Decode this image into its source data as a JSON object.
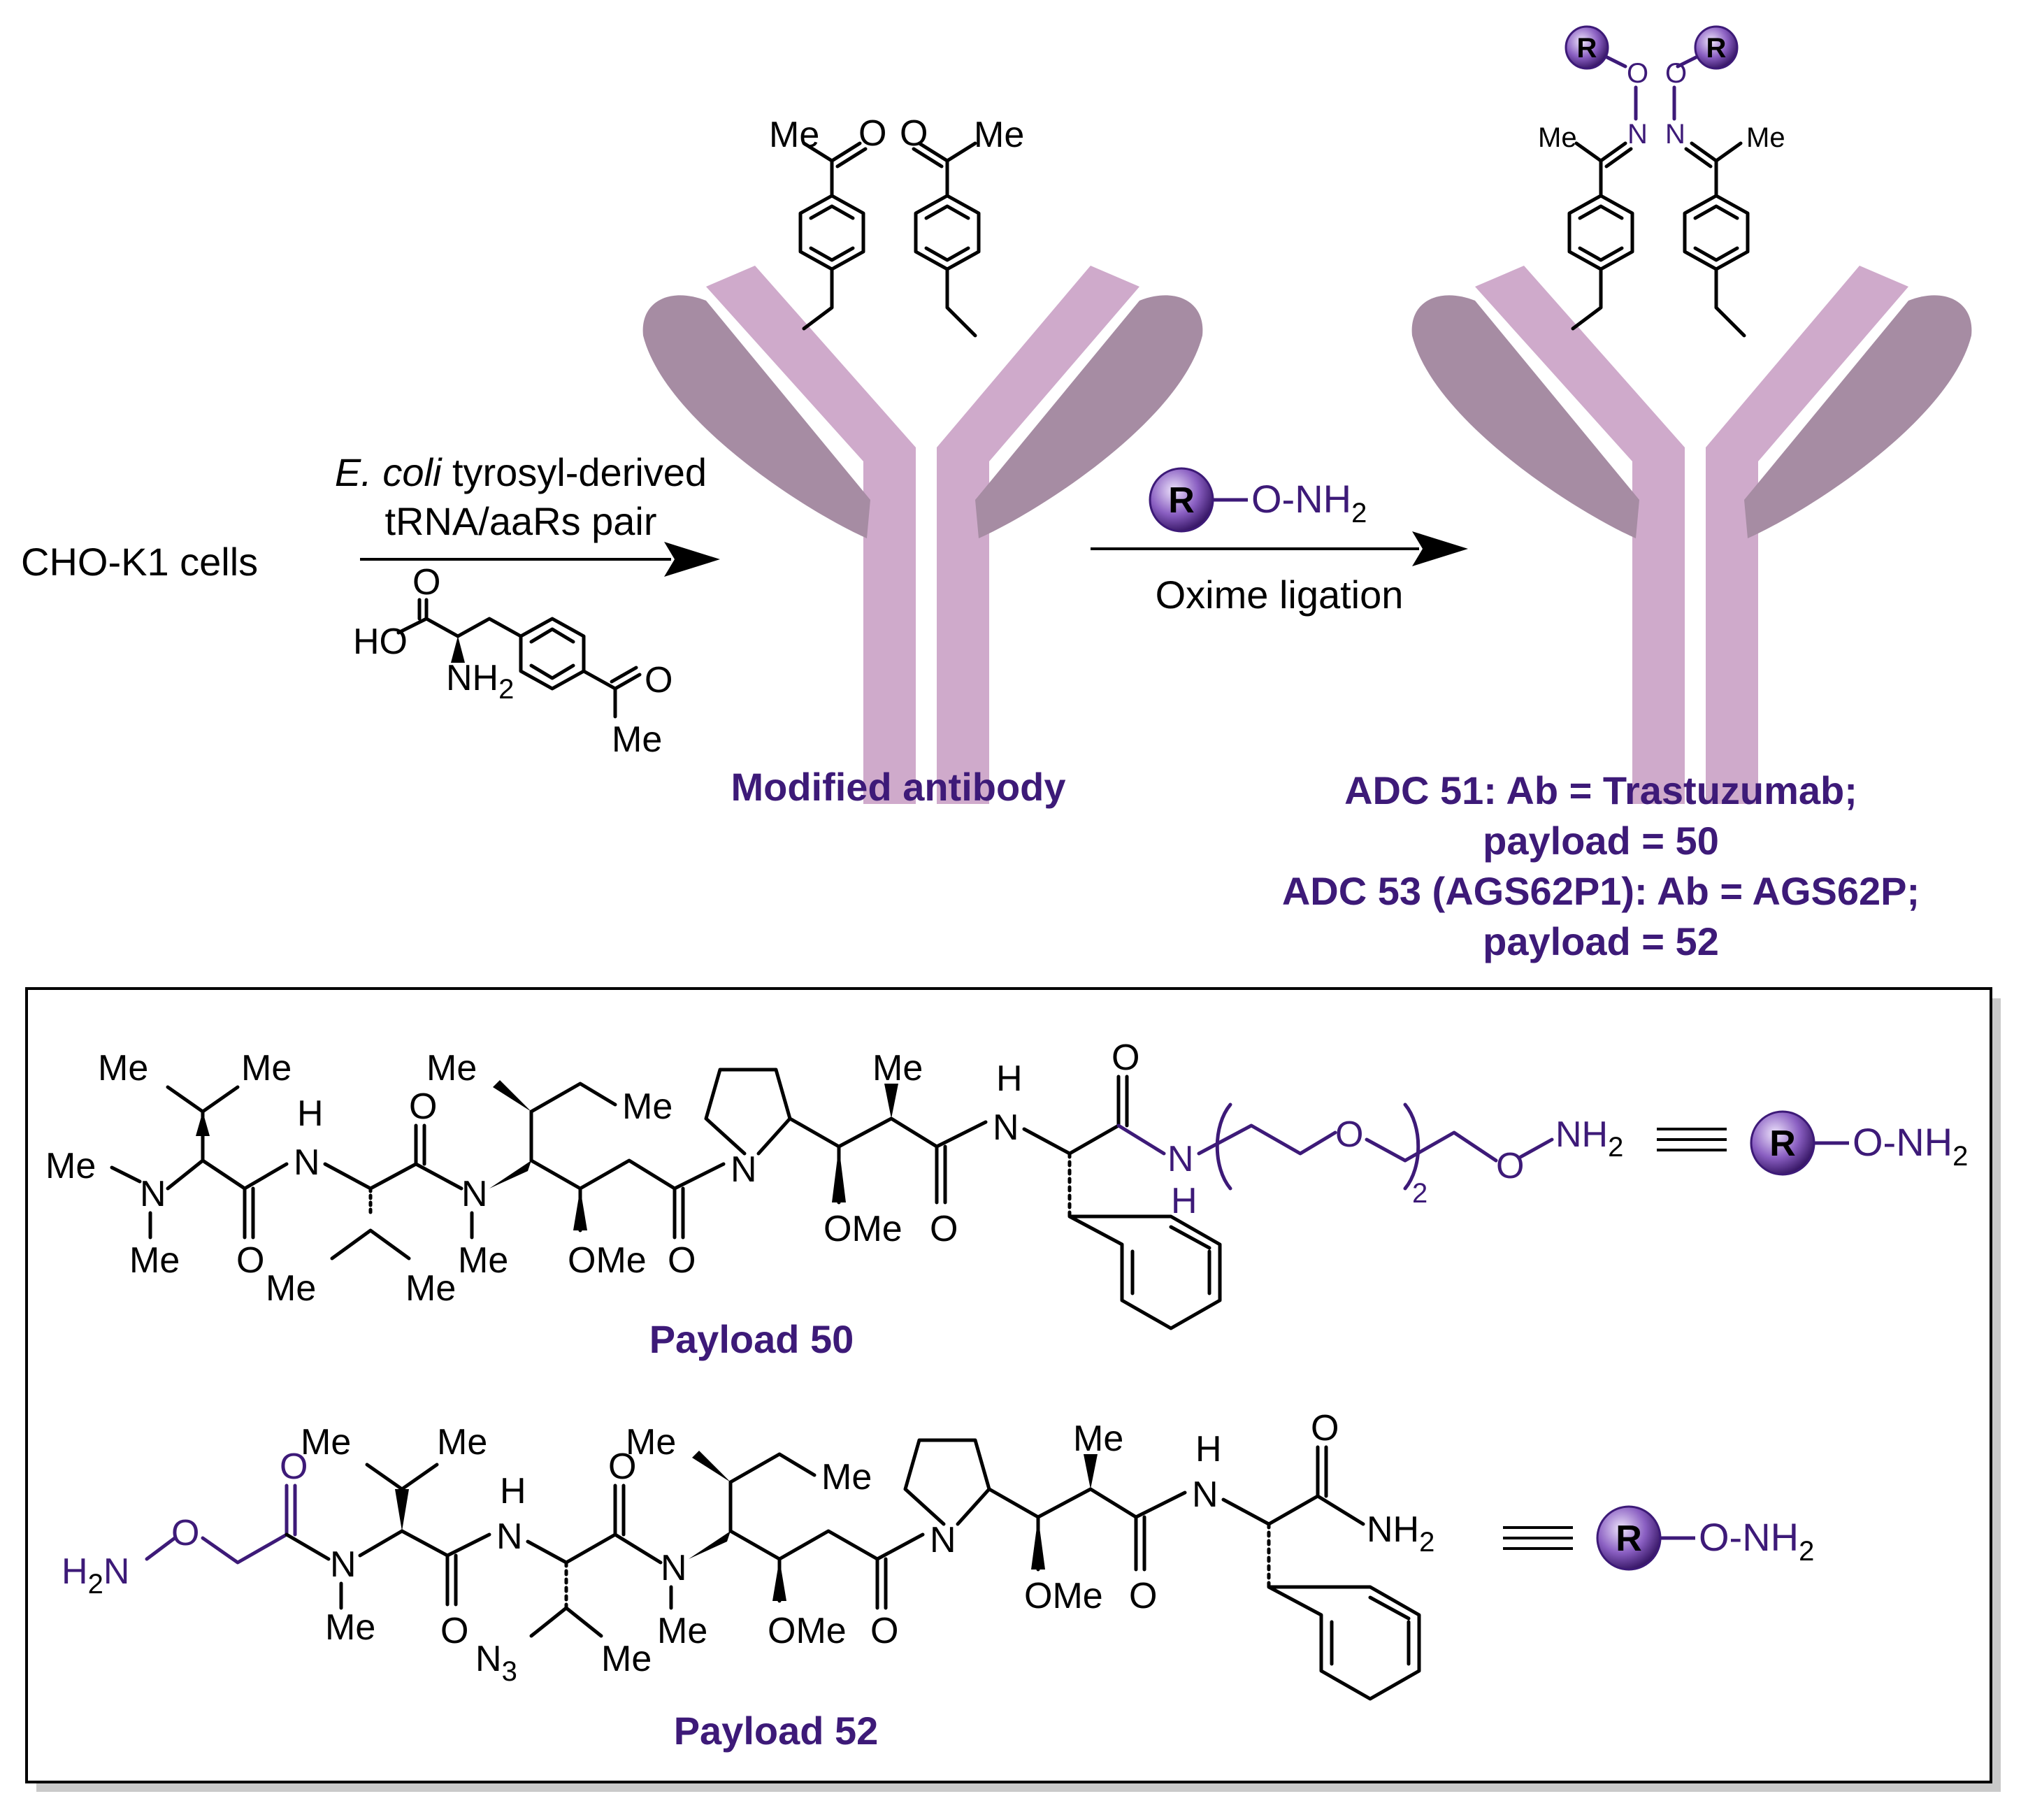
{
  "reaction": {
    "start_label": "CHO-K1 cells",
    "arrow1_line1_italic": "E. coli",
    "arrow1_line1_rest": " tyrosyl-derived",
    "arrow1_line2": "tRNA/aaRs pair",
    "arrow2_reagent_tail": "O-NH",
    "arrow2_reagent_sub": "2",
    "arrow2_label": "Oxime ligation",
    "bead_letter": "R"
  },
  "amino_acid": {
    "ho": "HO",
    "o": "O",
    "nh": "NH",
    "nh_sub": "2",
    "ketone_o": "O",
    "me": "Me"
  },
  "antibody1": {
    "caption": "Modified antibody",
    "me": "Me",
    "o": "O"
  },
  "antibody2": {
    "me": "Me",
    "n": "N",
    "o": "O",
    "captions": [
      "ADC 51: Ab = Trastuzumab;",
      "payload = 50",
      "ADC 53 (AGS62P1): Ab = AGS62P;",
      "payload = 52"
    ]
  },
  "payload50": {
    "title": "Payload 50",
    "peg_repeat_sub": "2",
    "equiv_tail": "O-NH",
    "equiv_sub": "2",
    "terminal": "NH",
    "terminal_sub": "2"
  },
  "payload52": {
    "title": "Payload 52",
    "h2n": "H",
    "h2n_sub": "2",
    "h2n_n": "N",
    "azide": "N",
    "azide_sub": "3",
    "amide_nh2": "NH",
    "amide_sub": "2",
    "equiv_tail": "O-NH",
    "equiv_sub": "2"
  },
  "atoms": {
    "me": "Me",
    "n": "N",
    "h": "H",
    "o": "O",
    "ome": "OMe"
  },
  "colors": {
    "accent_purple": "#3d1a78",
    "antibody_light": "#cfaacb",
    "antibody_dark": "#a68ca3",
    "bead_dark": "#2e0f5c",
    "bead_light": "#ede3fb"
  }
}
